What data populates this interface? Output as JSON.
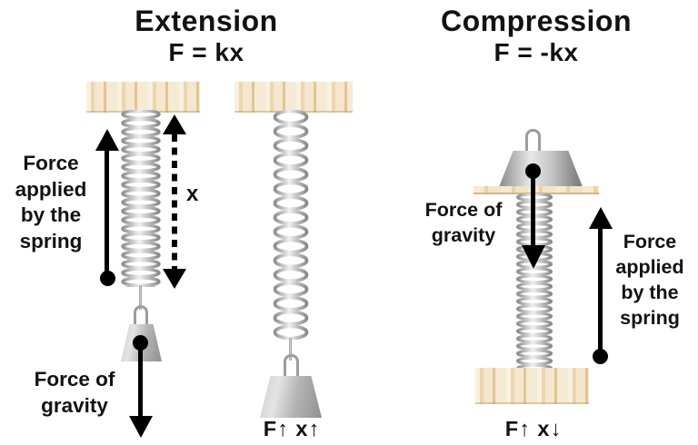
{
  "extension": {
    "title": "Extension",
    "formula": "F = kx",
    "spring_force_lines": [
      "Force",
      "applied",
      "by the",
      "spring"
    ],
    "displacement_label": "x",
    "gravity_lines": [
      "Force of",
      "gravity"
    ],
    "result_label": "F↑ x↑"
  },
  "compression": {
    "title": "Compression",
    "formula": "F = -kx",
    "gravity_lines": [
      "Force of",
      "gravity"
    ],
    "spring_force_lines": [
      "Force",
      "applied",
      "by the",
      "spring"
    ],
    "result_label": "F↑ x↓"
  },
  "colors": {
    "text": "#151515",
    "arrow": "#000000",
    "wood_base": "#f2e4c6",
    "wood_grain": "#d3a360",
    "spring_metal_light": "#efefef",
    "spring_metal_dark": "#8f8f8f",
    "weight_metal": "#b4b4b4",
    "background": "#ffffff"
  }
}
